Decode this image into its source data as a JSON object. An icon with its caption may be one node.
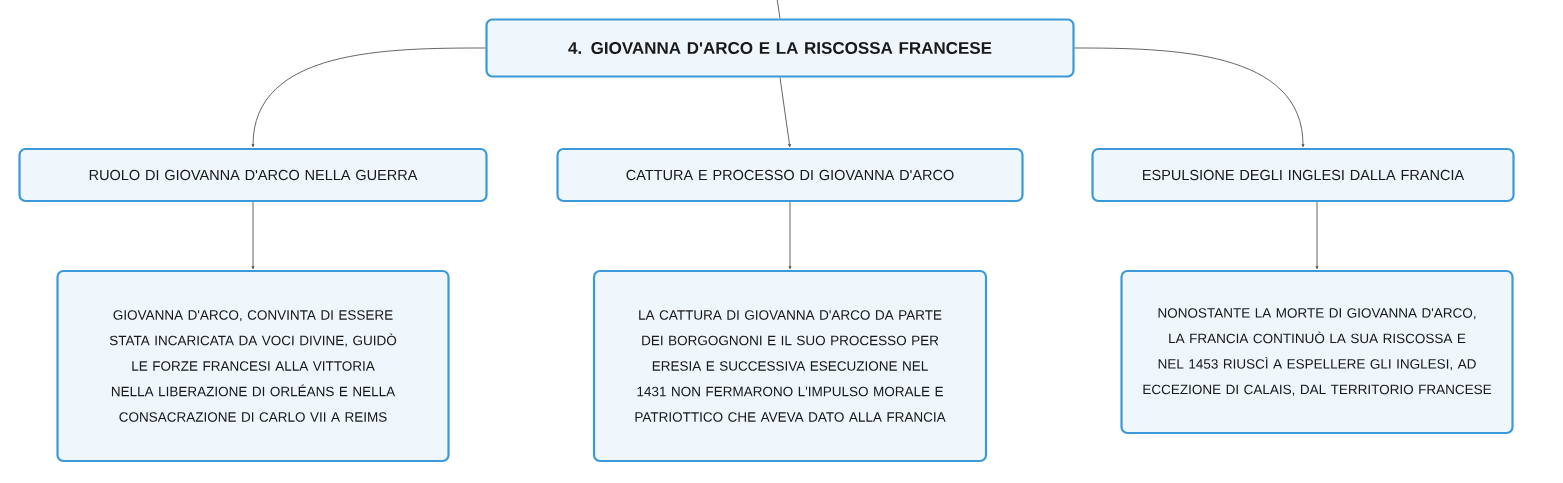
{
  "diagram": {
    "nodes": [
      {
        "text": [
          "4. GIOVANNA D'ARCO E LA RISCOSSA FRANCESE"
        ]
      },
      {
        "text": [
          "RUOLO DI GIOVANNA D'ARCO NELLA GUERRA"
        ]
      },
      {
        "text": [
          "CATTURA E PROCESSO DI GIOVANNA D'ARCO"
        ]
      },
      {
        "text": [
          "ESPULSIONE DEGLI INGLESI DALLA FRANCIA"
        ]
      },
      {
        "text": [
          "GIOVANNA D'ARCO, CONVINTA DI ESSERE STATA INCARICATA DA VOCI DIVINE, GUIDÒ LE FORZE FRANCESI ALLA VITTORIA NELLA LIBERAZIONE DI ORLÉANS E NELLA CONSACRAZIONE DI CARLO VII A REIMS"
        ]
      },
      {
        "text": [
          "LA CATTURA DI GIOVANNA D'ARCO DA PARTE DEI BORGOGNONI E IL SUO PROCESSO PER ERESIA E SUCCESSIVA ESECUZIONE NEL 1431 NON FERMARONO L'IMPULSO MORALE E PATRIOTTICO CHE AVEVA DATO ALLA FRANCIA"
        ]
      },
      {
        "text": [
          "NONOSTANTE LA MORTE DI GIOVANNA D'ARCO, LA FRANCIA CONTINUÒ LA SUA RISCOSSA E NEL 1453 RIUSCÌ A ESPELLERE GLI INGLESI, AD ECCEZIONE DI CALAIS, DAL TERRITORIO FRANCESE"
        ]
      }
    ],
    "edges": [
      {
        "from": null,
        "to": 0,
        "arrow": "none"
      },
      {
        "from": 0,
        "to": 1,
        "arrow": "to"
      },
      {
        "from": 0,
        "to": 2,
        "arrow": "to"
      },
      {
        "from": 0,
        "to": 3,
        "arrow": "to"
      },
      {
        "from": 1,
        "to": 4,
        "arrow": "to"
      },
      {
        "from": 2,
        "to": 5,
        "arrow": "to"
      },
      {
        "from": 3,
        "to": 6,
        "arrow": "to"
      }
    ]
  }
}
